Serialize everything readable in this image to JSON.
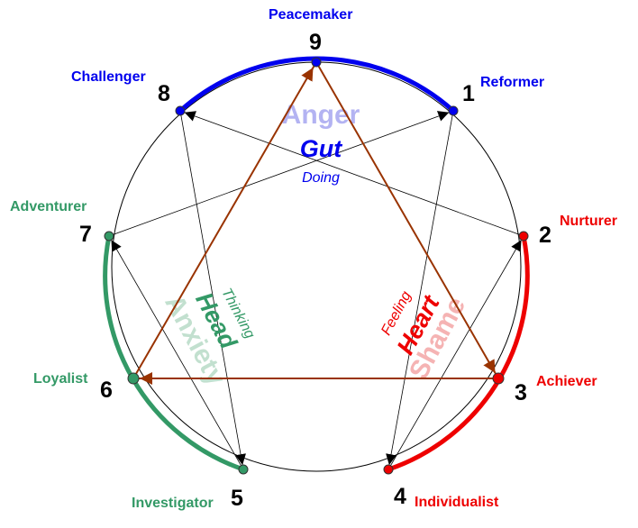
{
  "points": [
    {
      "number": "1",
      "name": "Reformer"
    },
    {
      "number": "2",
      "name": "Nurturer"
    },
    {
      "number": "3",
      "name": "Achiever"
    },
    {
      "number": "4",
      "name": "Individualist"
    },
    {
      "number": "5",
      "name": "Investigator"
    },
    {
      "number": "6",
      "name": "Loyalist"
    },
    {
      "number": "7",
      "name": "Adventurer"
    },
    {
      "number": "8",
      "name": "Challenger"
    },
    {
      "number": "9",
      "name": "Peacemaker"
    }
  ],
  "centers": {
    "gut": {
      "title": "Gut",
      "subtitle": "Doing",
      "emotion": "Anger",
      "members": [
        "8",
        "9",
        "1"
      ]
    },
    "heart": {
      "title": "Heart",
      "subtitle": "Feeling",
      "emotion": "Shame",
      "members": [
        "2",
        "3",
        "4"
      ]
    },
    "head": {
      "title": "Head",
      "subtitle": "Thinking",
      "emotion": "Anxiety",
      "members": [
        "5",
        "6",
        "7"
      ]
    }
  },
  "hexad_arrows": [
    [
      "1",
      "4"
    ],
    [
      "4",
      "2"
    ],
    [
      "2",
      "8"
    ],
    [
      "8",
      "5"
    ],
    [
      "5",
      "7"
    ],
    [
      "7",
      "1"
    ]
  ],
  "triangle_arrows": [
    [
      "9",
      "3"
    ],
    [
      "3",
      "6"
    ],
    [
      "6",
      "9"
    ]
  ],
  "colors": {
    "gut": "#0000ee",
    "heart": "#ee0000",
    "head": "#339966",
    "gut_emotion": "#b3b3f2",
    "heart_emotion": "#f5b3b3",
    "head_emotion": "#c2e0cf",
    "triangle": "#993300",
    "hexad": "#000000",
    "circle": "#000000"
  }
}
